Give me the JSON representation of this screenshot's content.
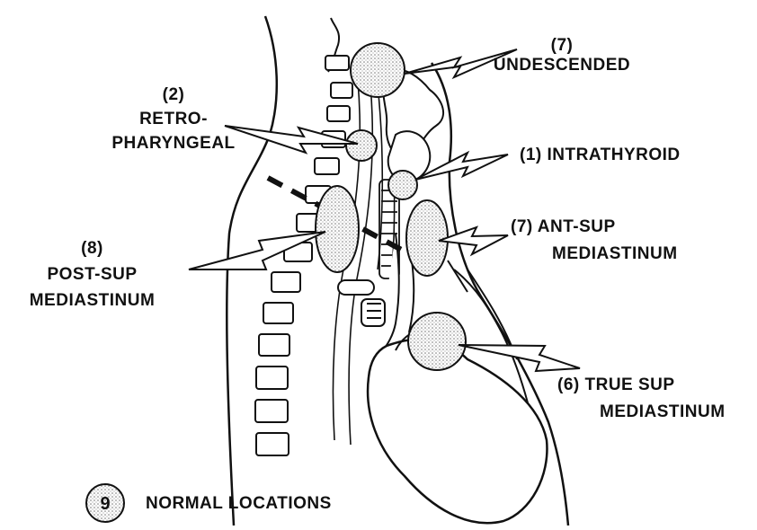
{
  "labels": {
    "undescended": {
      "count": "(7)",
      "text": "UNDESCENDED"
    },
    "retropharyngeal": {
      "count": "(2)",
      "line1": "RETRO-",
      "line2": "PHARYNGEAL"
    },
    "intrathyroid": {
      "text": "(1) INTRATHYROID"
    },
    "ant_sup": {
      "line1": "(7) ANT-SUP",
      "line2": "MEDIASTINUM"
    },
    "post_sup": {
      "count": "(8)",
      "line1": "POST-SUP",
      "line2": "MEDIASTINUM"
    },
    "true_sup": {
      "line1": "(6) TRUE SUP",
      "line2": "MEDIASTINUM"
    }
  },
  "legend": {
    "number": "9",
    "text": "NORMAL LOCATIONS"
  },
  "colors": {
    "ink": "#111111",
    "stipple": "#9a9a9a",
    "background": "#ffffff"
  }
}
